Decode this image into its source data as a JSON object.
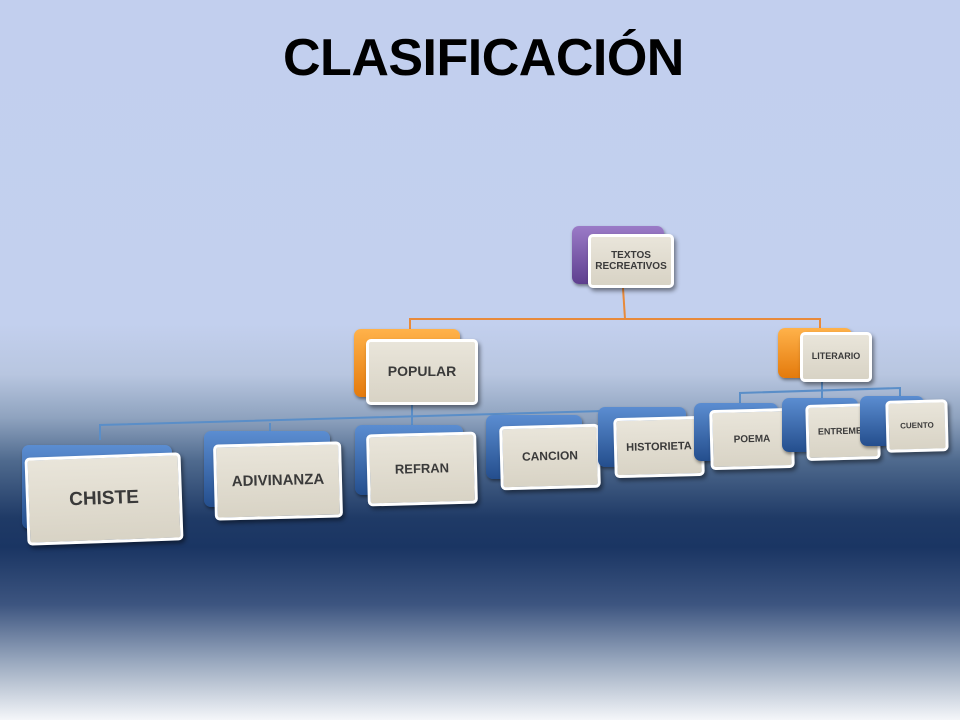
{
  "slide": {
    "title": "CLASIFICACIÓN"
  },
  "diagram": {
    "root": "TEXTOS RECREATIVOS",
    "branches": [
      {
        "label": "POPULAR",
        "children": [
          "CHISTE",
          "ADIVINANZA",
          "REFRAN",
          "CANCION",
          "HISTORIETA"
        ]
      },
      {
        "label": "LITERARIO",
        "children": [
          "POEMA",
          "ENTREMES",
          "CUENTO"
        ]
      }
    ]
  },
  "colors": {
    "root_accent": "#7a58ad",
    "branch_accent": "#f39424",
    "leaf_accent": "#3a6db0",
    "connector_orange": "#e88a3a",
    "connector_blue": "#5a8ec8"
  }
}
